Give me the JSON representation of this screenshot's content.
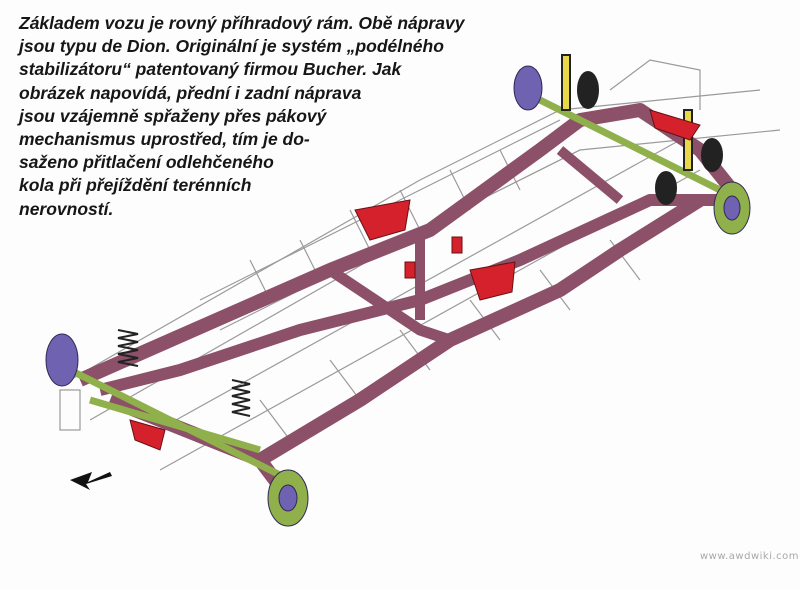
{
  "caption": {
    "lines": [
      "Základem vozu je rovný příhradový rám. Obě nápravy",
      "jsou typu de Dion. Originální je systém „podélného",
      "stabilizátoru“ patentovaný firmou Bucher. Jak",
      "obrázek napovídá, přední i zadní náprava",
      "jsou vzájemně spřaženy přes pákový",
      "mechanismus uprostřed, tím je do-",
      "saženo přitlačení odlehčeného",
      "kola při přejíždění terénních",
      "nerovností."
    ]
  },
  "watermark": "www.awdwiki.com",
  "colors": {
    "frame": "#8c5068",
    "axle": "#8fb04a",
    "hub": "#6f62b0",
    "lever": "#d4212b",
    "spring": "#e8d84a",
    "outline": "#9a9a9a"
  },
  "icons": {
    "direction": "arrow-left-down-icon"
  }
}
